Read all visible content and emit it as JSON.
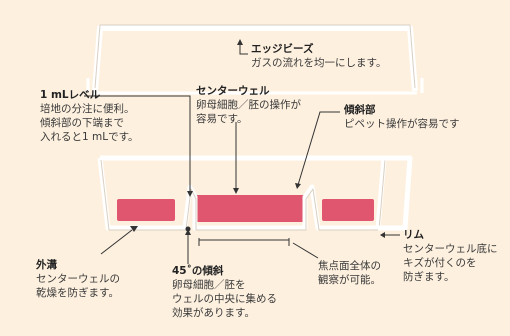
{
  "labels": {
    "edge_beads": {
      "title": "エッジビーズ",
      "lines": [
        "ガスの流れを均一にします。"
      ]
    },
    "one_ml_level": {
      "title": "1 mLレベル",
      "lines": [
        "培地の分注に便利。",
        "傾斜部の下端まで",
        "入れると1 mLです。"
      ]
    },
    "center_well": {
      "title": "センターウェル",
      "lines": [
        "卵母細胞／胚の操作が",
        "容易です。"
      ]
    },
    "slope_part": {
      "title": "傾斜部",
      "lines": [
        "ピペット操作が容易です"
      ]
    },
    "outer_moat": {
      "title": "外溝",
      "lines": [
        "センターウェルの",
        "乾燥を防ぎます。"
      ]
    },
    "slope_45": {
      "title": "45˚の傾斜",
      "lines": [
        "卵母細胞／胚を",
        "ウェルの中央に集める",
        "効果があります。"
      ]
    },
    "focus_plane": {
      "title": "",
      "lines": [
        "焦点面全体の",
        "観察が可能。"
      ]
    },
    "rim": {
      "title": "リム",
      "lines": [
        "センターウェル底に",
        "キズが付くのを",
        "防ぎます。"
      ]
    }
  },
  "colors": {
    "background": "#fdf0df",
    "medium": "#e0566e",
    "dish_outline": "#ffffff",
    "leader_line": "#333333"
  }
}
